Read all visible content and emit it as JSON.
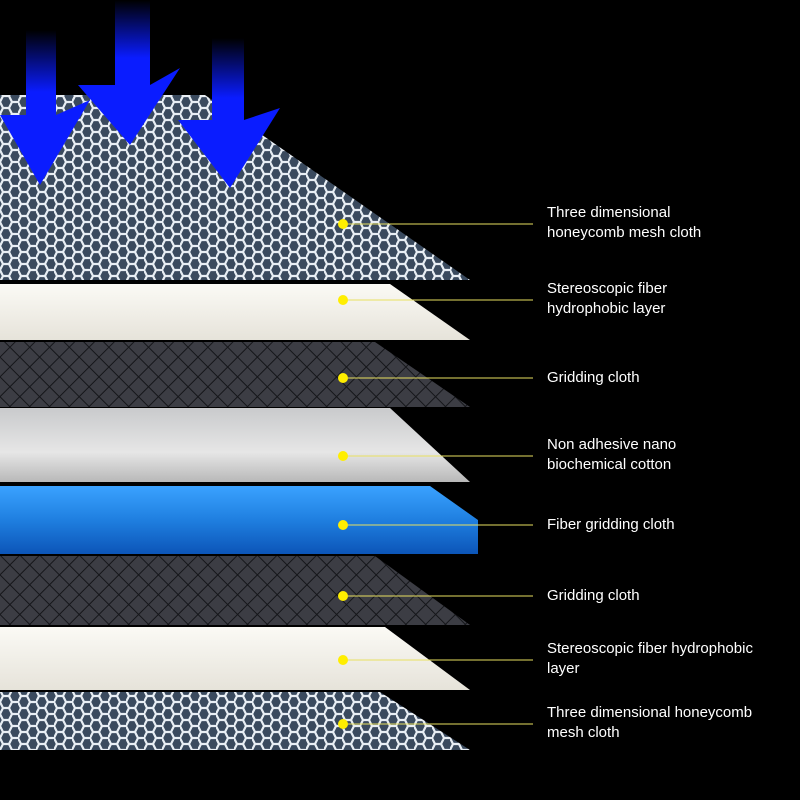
{
  "colors": {
    "arrow": "#0a1cff",
    "dot": "#ffee00",
    "leader": "#e8e060",
    "background": "#000000"
  },
  "layers": [
    {
      "label": "Three dimensional honeycomb mesh cloth",
      "line1": "Three dimensional",
      "line2": "honeycomb mesh cloth"
    },
    {
      "label": "Stereoscopic fiber hydrophobic layer",
      "line1": "Stereoscopic fiber",
      "line2": "hydrophobic layer"
    },
    {
      "label": "Gridding cloth",
      "line1": "Gridding cloth",
      "line2": ""
    },
    {
      "label": "Non adhesive nano biochemical cotton",
      "line1": "Non adhesive nano",
      "line2": "biochemical cotton"
    },
    {
      "label": "Fiber gridding cloth",
      "line1": "Fiber gridding cloth",
      "line2": ""
    },
    {
      "label": "Gridding cloth",
      "line1": "Gridding cloth",
      "line2": ""
    },
    {
      "label": "Stereoscopic fiber hydrophobic layer",
      "line1": "Stereoscopic fiber hydrophobic",
      "line2": "layer"
    },
    {
      "label": "Three dimensional honeycomb mesh cloth",
      "line1": "Three dimensional honeycomb",
      "line2": "mesh cloth"
    }
  ]
}
